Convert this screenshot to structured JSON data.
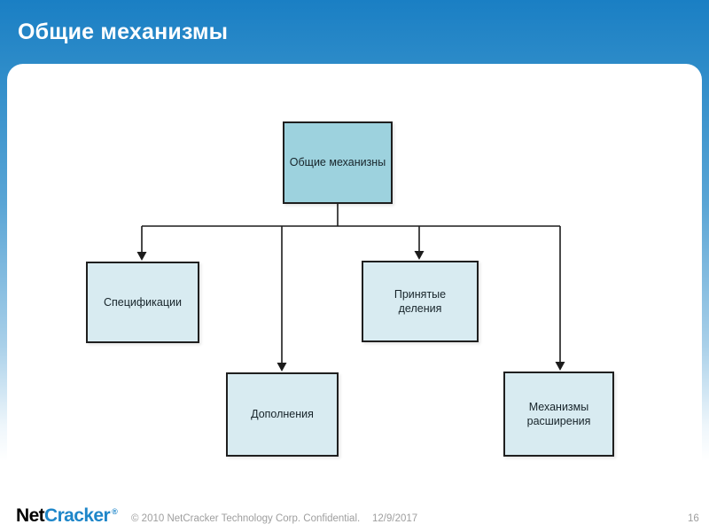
{
  "slide": {
    "title": "Общие механизмы"
  },
  "diagram": {
    "root": {
      "label": "Общие механизны"
    },
    "children": [
      {
        "label": "Спецификации"
      },
      {
        "label": "Принятые деления"
      },
      {
        "label": "Дополнения"
      },
      {
        "label": "Механизмы расширения"
      }
    ]
  },
  "footer": {
    "logo_net": "Net",
    "logo_cracker": "Cracker",
    "logo_reg": "®",
    "copyright": "© 2010 NetCracker Technology Corp. Confidential.",
    "date": "12/9/2017",
    "page_number": "16"
  },
  "colors": {
    "background_top": "#1a7fc4",
    "background_mid": "#5aa5d5",
    "background_bottom": "#ffffff",
    "panel": "#ffffff",
    "root_box_fill": "#9dd2de",
    "child_box_fill": "#d8ebf1",
    "box_border": "#1f1f1f",
    "connector": "#1c1c1c",
    "title_text": "#ffffff",
    "logo_blue": "#1e86c9",
    "footer_text": "#9e9e9e"
  }
}
